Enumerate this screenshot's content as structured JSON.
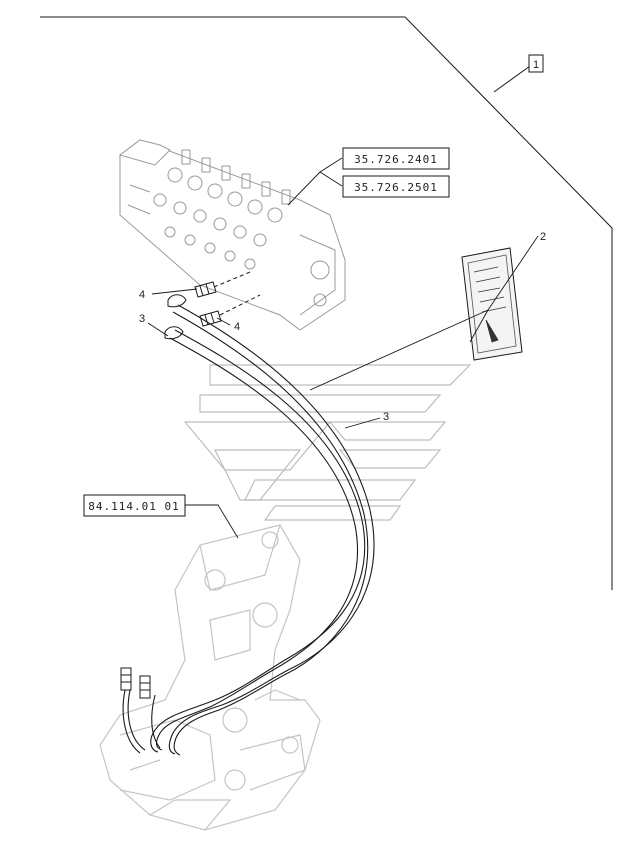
{
  "references": {
    "top_corner": "1",
    "valve_ref_a": "35.726.2401",
    "valve_ref_b": "35.726.2501",
    "hose_ref": "84.114.01 01"
  },
  "callouts": {
    "item_2": "2",
    "item_3_upper": "3",
    "item_3_hose": "3",
    "item_4_left": "4",
    "item_4_right": "4"
  }
}
